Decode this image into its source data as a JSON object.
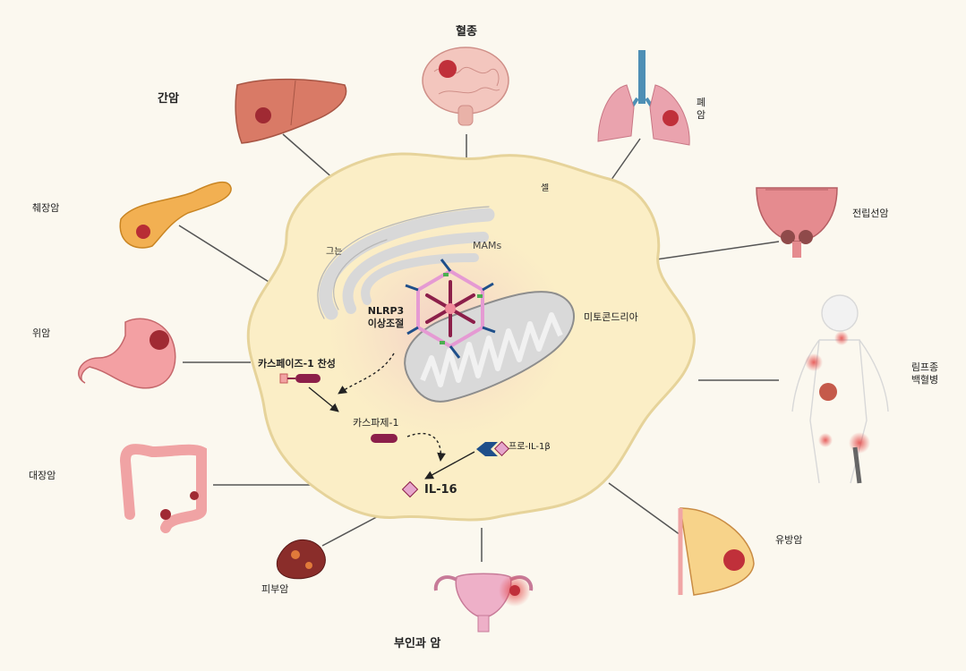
{
  "labels": {
    "thrombosis": "혈종",
    "liver": "간암",
    "lung": "폐\n암",
    "pancreas": "췌장암",
    "prostate": "전립선암",
    "stomach": "위암",
    "lymphoma": "림프종\n백혈병",
    "colorectal": "대장암",
    "breast": "유방암",
    "skin": "피부암",
    "gynecologic": "부인과 암",
    "cell": "셀",
    "er": "그는",
    "mams": "MAMs",
    "nlrp3": "NLRP3\n이상조절",
    "mitochondria": "미토콘드리아",
    "caspase_activation": "카스페이즈-1 찬성",
    "caspase1": "카스파제-1",
    "pro_il1b": "프로-IL-1β",
    "il16": "IL-16"
  },
  "colors": {
    "background": "#fbf8ef",
    "cell_fill": "#fbeec6",
    "cell_stroke": "#e6d39a",
    "organelle": "#dadada",
    "tumor": "#c0303a",
    "caspase": "#8c1f4a",
    "il_pink": "#e6a6cc",
    "connector": "#555555"
  }
}
